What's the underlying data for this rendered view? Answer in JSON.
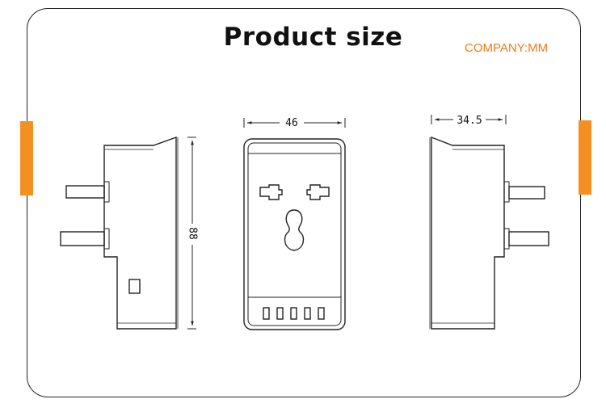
{
  "header": {
    "title": "Product size",
    "company": "COMPANY:MM"
  },
  "dimensions": {
    "width": "46",
    "depth": "34.5",
    "height": "88"
  },
  "colors": {
    "accent": "#f39021",
    "company_text": "#f07a1a",
    "line": "#222222"
  },
  "views": {
    "front_usb_port_count": 5
  }
}
